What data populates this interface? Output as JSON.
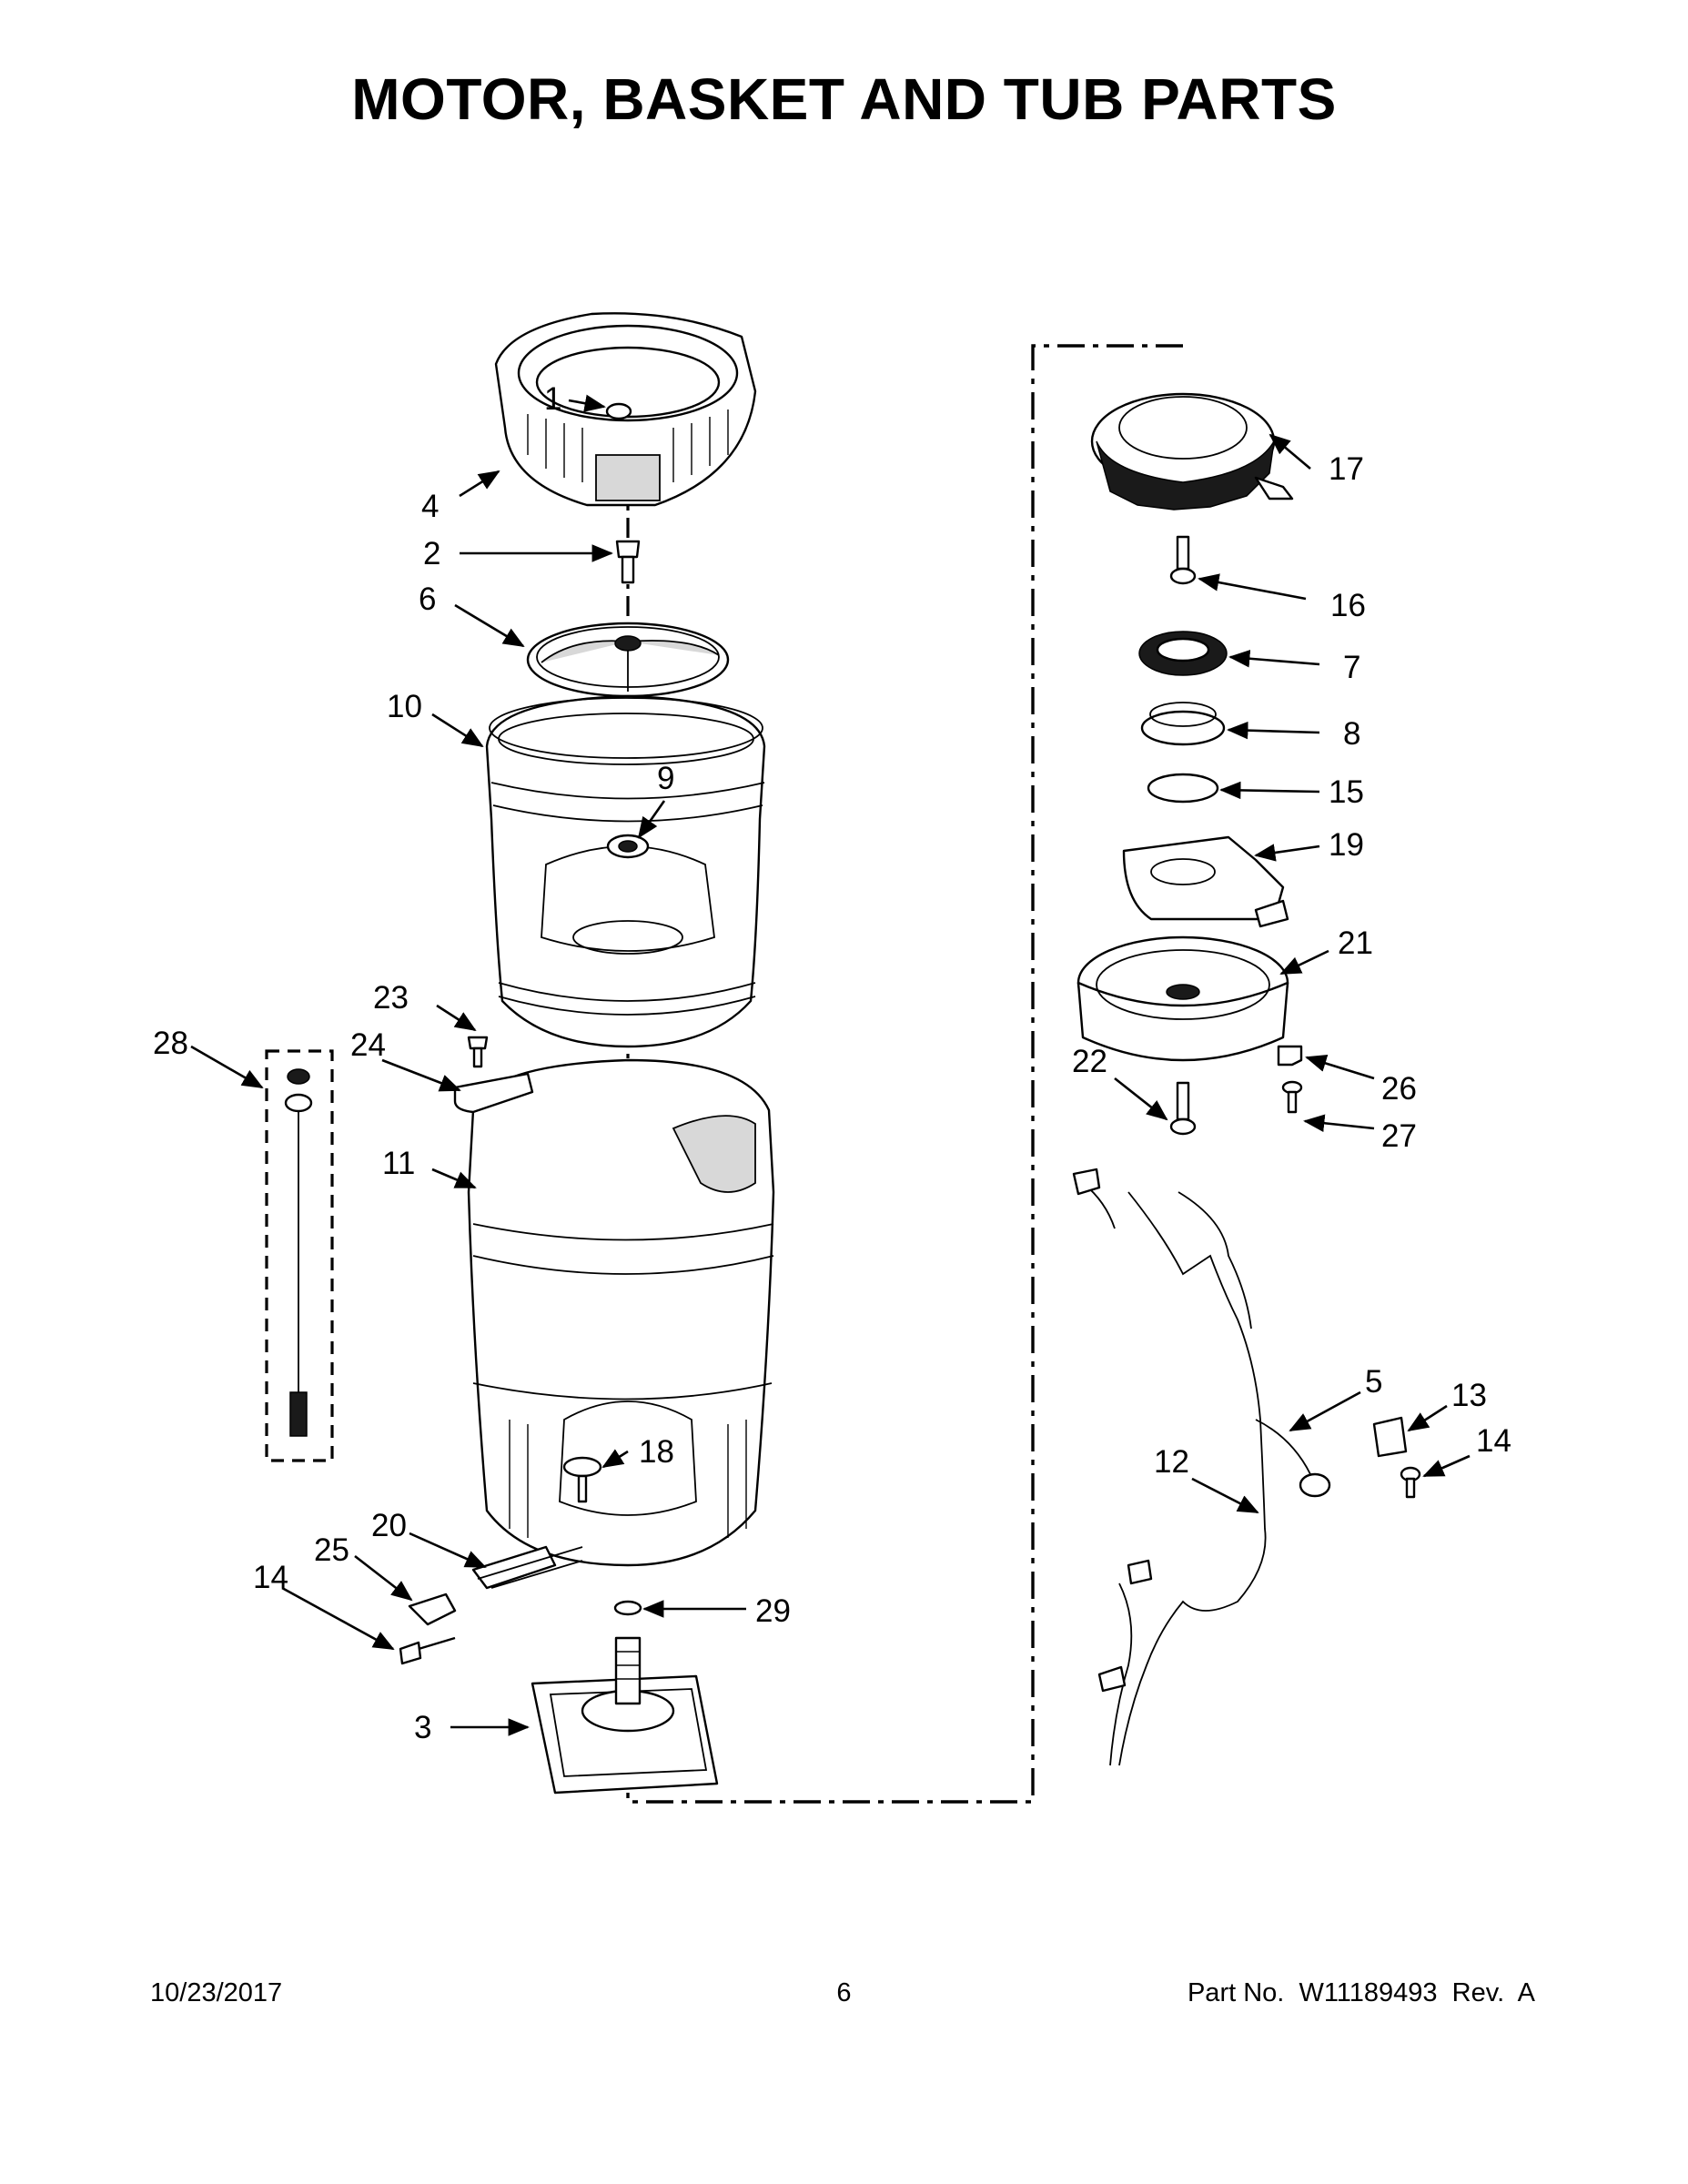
{
  "page": {
    "title": "MOTOR, BASKET AND TUB PARTS",
    "footer": {
      "date": "10/23/2017",
      "page_number": "6",
      "part_number": "Part No.  W11189493  Rev.  A"
    }
  },
  "callouts": [
    "1",
    "2",
    "3",
    "4",
    "5",
    "6",
    "7",
    "8",
    "9",
    "10",
    "11",
    "12",
    "13",
    "14",
    "14",
    "15",
    "16",
    "17",
    "18",
    "19",
    "20",
    "21",
    "22",
    "23",
    "24",
    "25",
    "26",
    "27",
    "28",
    "29"
  ]
}
